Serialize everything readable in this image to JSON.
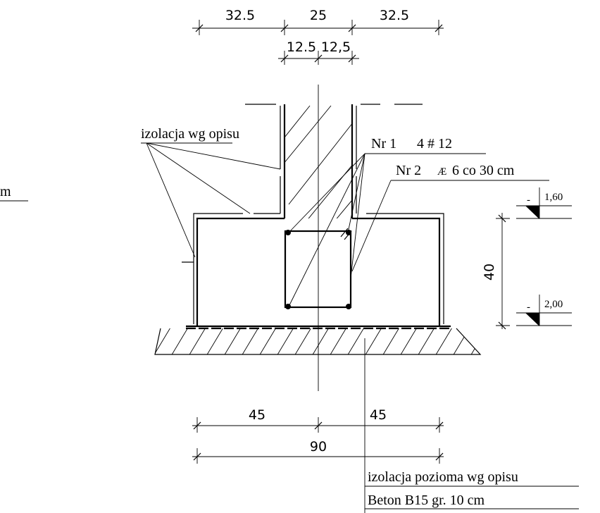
{
  "dimensions": {
    "top_left": "32.5",
    "top_mid": "25",
    "top_right": "32.5",
    "sub_left": "12.5",
    "sub_right": "12,5",
    "bottom_left": "45",
    "bottom_right": "45",
    "bottom_total": "90",
    "height": "40"
  },
  "labels": {
    "insulation": "izolacja wg opisu",
    "rebar1_nr": "Nr 1",
    "rebar1_spec": "4 # 12",
    "rebar2_nr": "Nr 2",
    "rebar2_symbol": "Æ",
    "rebar2_spec": "6 co 30 cm",
    "cut_left": "m",
    "horiz_insulation": "izolacja pozioma wg opisu",
    "concrete": "Beton B15 gr. 10 cm"
  },
  "levels": {
    "top_sign": "-",
    "top": "1,60",
    "bottom_sign": "-",
    "bottom": "2,00"
  }
}
